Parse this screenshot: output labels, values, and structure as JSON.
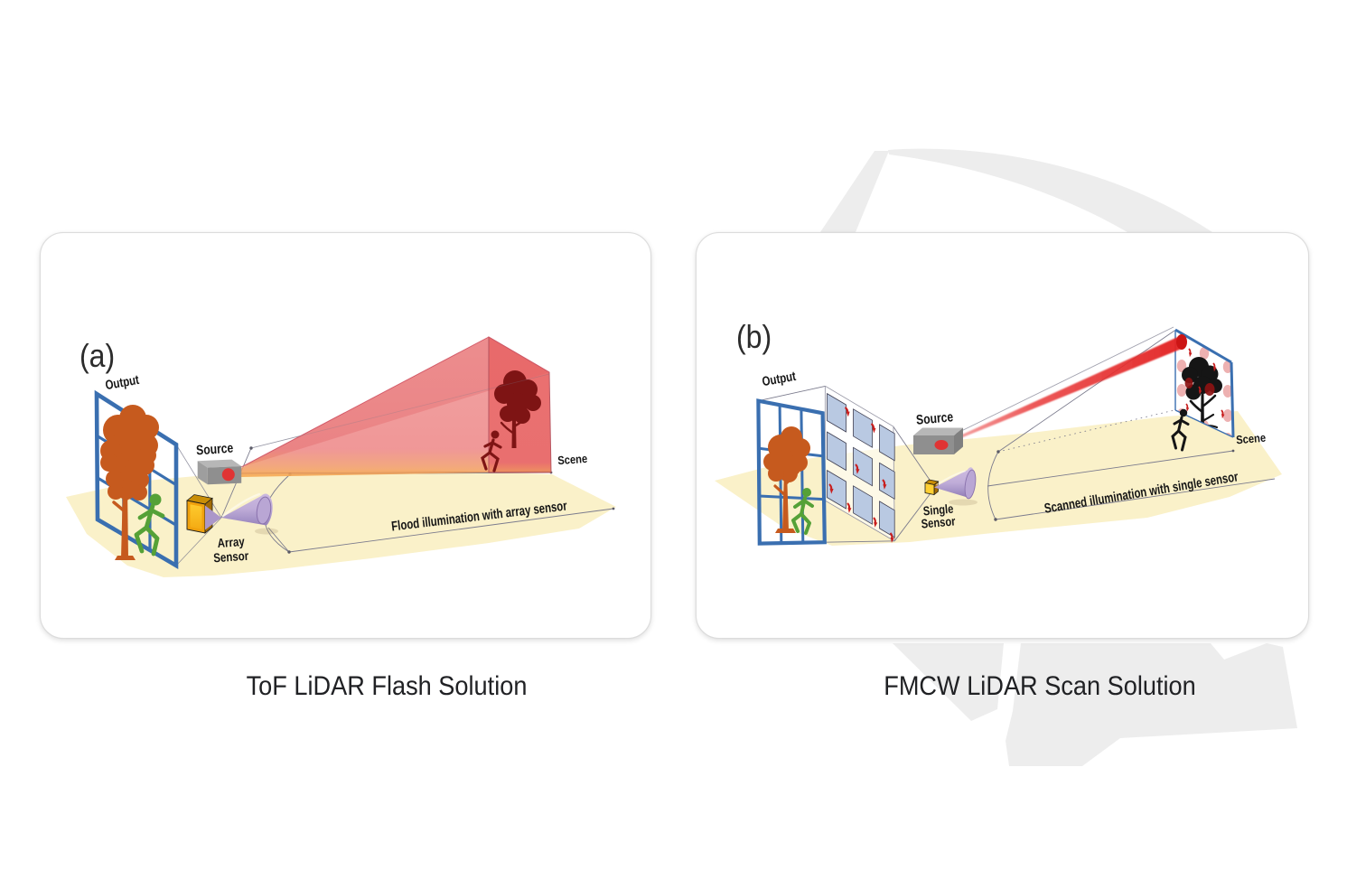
{
  "colors": {
    "ground": "#FAF1C9",
    "grid_blue": "#3A6FB0",
    "tree_orange": "#C65A1E",
    "person_green": "#55A137",
    "beam_red": "#E93A3A",
    "frustum_front": "#EE8787",
    "frustum_top": "#D96F77",
    "frustum_end": "#E96A6A",
    "glow_orange": "#F7AB51",
    "silhouette_maroon": "#7E1414",
    "source_gray": "#8F8F8F",
    "source_gray_light": "#B7B7B7",
    "source_dot_red": "#E03434",
    "sensor_yellow": "#FFD033",
    "sensor_frame_orange": "#F0A10C",
    "cone_purple": "#B2A0D2",
    "scene_black": "#151515",
    "spot_pink": "#E89E9E",
    "spot_red": "#CC1515",
    "spot_red_arrow": "#C81E1E",
    "scan_cell_blue": "#B9C9E2",
    "wire_gray": "#7B7B8D",
    "watermark_gray": "#EDEDED",
    "card_border": "#DCDCDC",
    "caption_text": "#202124",
    "label_text": "#151515"
  },
  "panel_a": {
    "tag": "(a)",
    "output_label": "Output",
    "source_label": "Source",
    "sensor_label_line1": "Array",
    "sensor_label_line2": "Sensor",
    "scene_label": "Scene",
    "ground_label": "Flood illumination with array sensor",
    "caption": "ToF LiDAR Flash Solution"
  },
  "panel_b": {
    "tag": "(b)",
    "output_label": "Output",
    "source_label": "Source",
    "sensor_label_line1": "Single",
    "sensor_label_line2": "Sensor",
    "scene_label": "Scene",
    "ground_label": "Scanned illumination with single sensor",
    "caption": "FMCW LiDAR Scan Solution"
  }
}
